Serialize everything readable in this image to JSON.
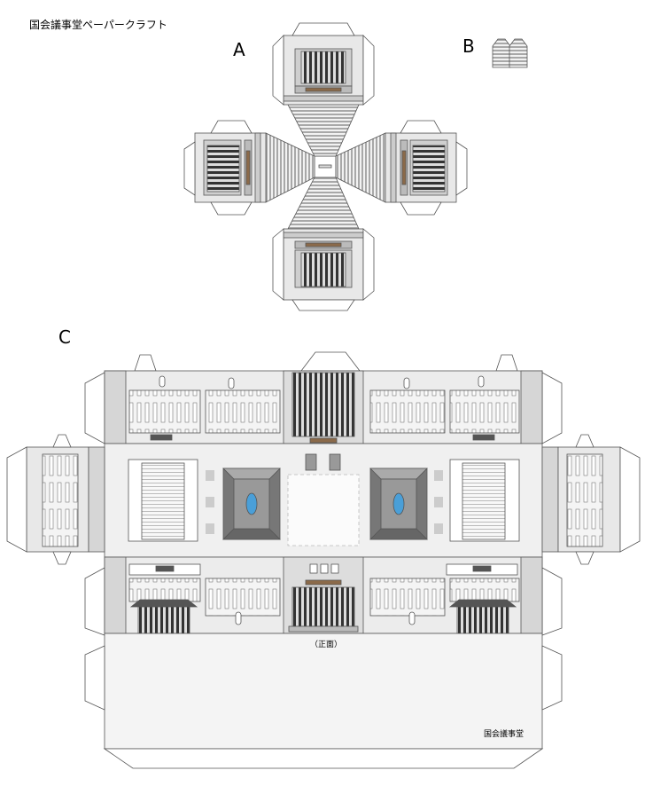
{
  "title": "国会議事堂ペーパークラフト",
  "parts": [
    {
      "label": "A"
    },
    {
      "label": "B"
    },
    {
      "label": "C"
    }
  ],
  "front_label": "（正面）",
  "building_name": "国会議事堂",
  "colors": {
    "outline": "#555555",
    "panel": "#e6e6e6",
    "panel_dark": "#cfcfcf",
    "window_dark": "#3a3a3a",
    "roof_gray": "#8a8a8a",
    "accent_blue": "#4a9fd8",
    "brown_band": "#8b6a4a"
  }
}
